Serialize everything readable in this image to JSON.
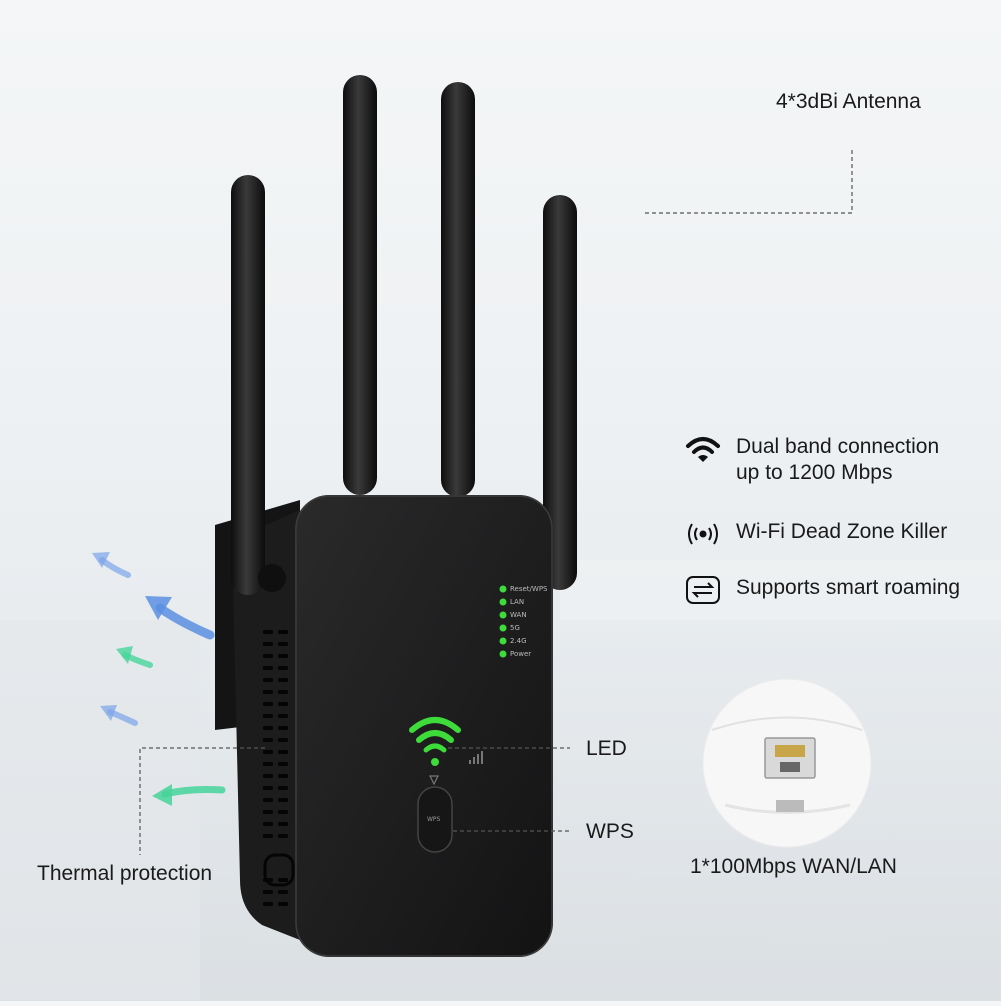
{
  "callouts": {
    "antenna": "4*3dBi Antenna",
    "led": "LED",
    "wps": "WPS",
    "thermal": "Thermal protection",
    "port": "1*100Mbps WAN/LAN"
  },
  "features": [
    {
      "icon": "wifi-icon",
      "line1": "Dual band connection",
      "line2": "up to 1200 Mbps"
    },
    {
      "icon": "signal-broadcast-icon",
      "line1": "Wi-Fi Dead Zone Killer",
      "line2": ""
    },
    {
      "icon": "roaming-arrows-icon",
      "line1": "Supports smart roaming",
      "line2": ""
    }
  ],
  "device": {
    "led_labels": [
      "Reset/WPS",
      "LAN",
      "WAN",
      "5G",
      "2.4G",
      "Power"
    ],
    "button_label": "WPS"
  },
  "colors": {
    "device_body": "#1b1b1c",
    "led_green": "#3ddc3a",
    "arrow_blue": "#5b8fe0",
    "arrow_green": "#47d49a"
  }
}
